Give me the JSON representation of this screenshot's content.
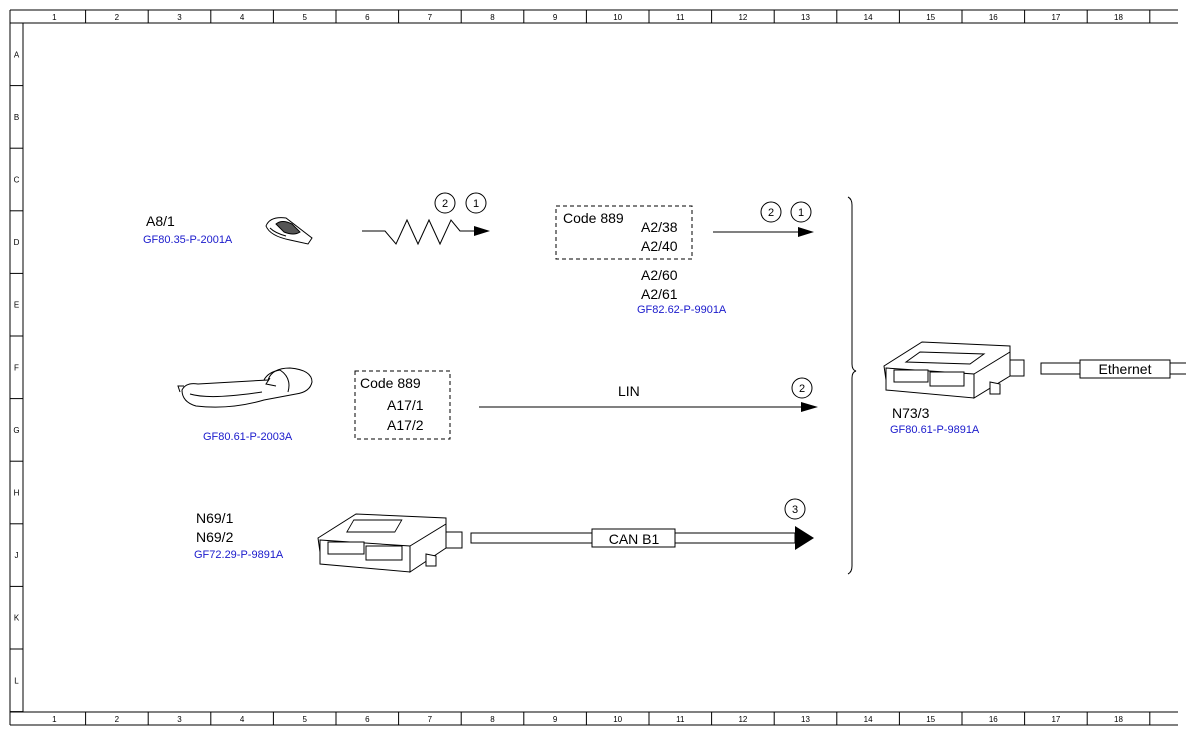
{
  "frame": {
    "columns": [
      "1",
      "2",
      "3",
      "4",
      "5",
      "6",
      "7",
      "8",
      "9",
      "10",
      "11",
      "12",
      "13",
      "14",
      "15",
      "16",
      "17",
      "18"
    ],
    "rows": [
      "A",
      "B",
      "C",
      "D",
      "E",
      "F",
      "G",
      "H",
      "J",
      "K",
      "L"
    ]
  },
  "components": {
    "key": {
      "code": "A8/1",
      "ref": "GF80.35-P-2001A"
    },
    "cluster": {
      "box_title": "Code 889",
      "codes": [
        "A2/38",
        "A2/40"
      ],
      "codes_extra": [
        "A2/60",
        "A2/61"
      ],
      "ref": "GF82.62-P-9901A"
    },
    "door_handle": {
      "ref": "GF80.61-P-2003A"
    },
    "door_box": {
      "box_title": "Code 889",
      "codes": [
        "A17/1",
        "A17/2"
      ]
    },
    "door_module": {
      "codes": [
        "N69/1",
        "N69/2"
      ],
      "ref": "GF72.29-P-9891A"
    },
    "central_module": {
      "code": "N73/3",
      "ref": "GF80.61-P-9891A"
    }
  },
  "connections": {
    "wireless": {
      "markers": [
        "2",
        "1"
      ]
    },
    "cluster_out": {
      "markers": [
        "2",
        "1"
      ]
    },
    "lin": {
      "label": "LIN",
      "markers": [
        "2"
      ]
    },
    "can": {
      "label": "CAN B1",
      "markers": [
        "3"
      ]
    },
    "ethernet": {
      "label": "Ethernet"
    }
  },
  "colors": {
    "line": "#000000",
    "reference": "#1a1acc",
    "background": "#ffffff"
  }
}
